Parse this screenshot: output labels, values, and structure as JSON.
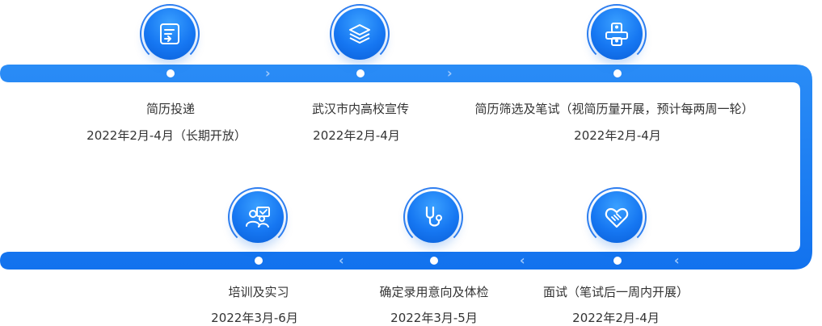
{
  "colors": {
    "track": "#1677f2",
    "track_light": "#2f8ff6",
    "icon_bg": "#1677f2",
    "chevron": "#9ec8fb",
    "text": "#333333"
  },
  "top_steps": [
    {
      "icon": "document-icon",
      "title": "简历投递",
      "date": "2022年2月-4月（长期开放）"
    },
    {
      "icon": "layers-icon",
      "title": "武汉市内高校宣传",
      "date": "2022年2月-4月"
    },
    {
      "icon": "people-screen-icon",
      "title": "简历筛选及笔试（视简历量开展，预计每两周一轮）",
      "date": "2022年2月-4月"
    }
  ],
  "bottom_steps": [
    {
      "icon": "group-training-icon",
      "title": "培训及实习",
      "date": "2022年3月-6月"
    },
    {
      "icon": "stethoscope-icon",
      "title": "确定录用意向及体检",
      "date": "2022年3月-5月"
    },
    {
      "icon": "handshake-heart-icon",
      "title": "面试（笔试后一周内开展）",
      "date": "2022年2月-4月"
    }
  ]
}
